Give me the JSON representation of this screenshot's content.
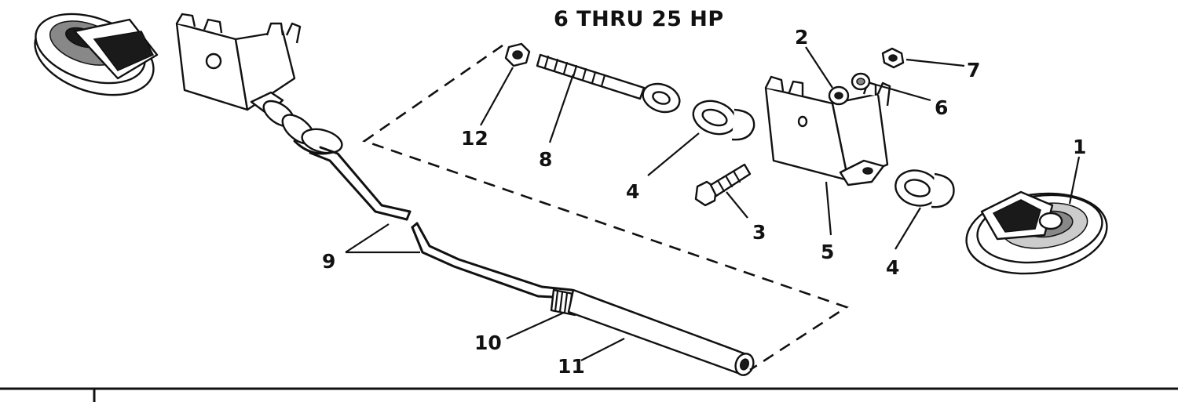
{
  "title": "6 THRU 25 HP",
  "callouts": {
    "c1": "1",
    "c2": "2",
    "c3": "3",
    "c4a": "4",
    "c4b": "4",
    "c5": "5",
    "c6": "6",
    "c7": "7",
    "c8": "8",
    "c9": "9",
    "c10": "10",
    "c11": "11",
    "c12": "12"
  }
}
